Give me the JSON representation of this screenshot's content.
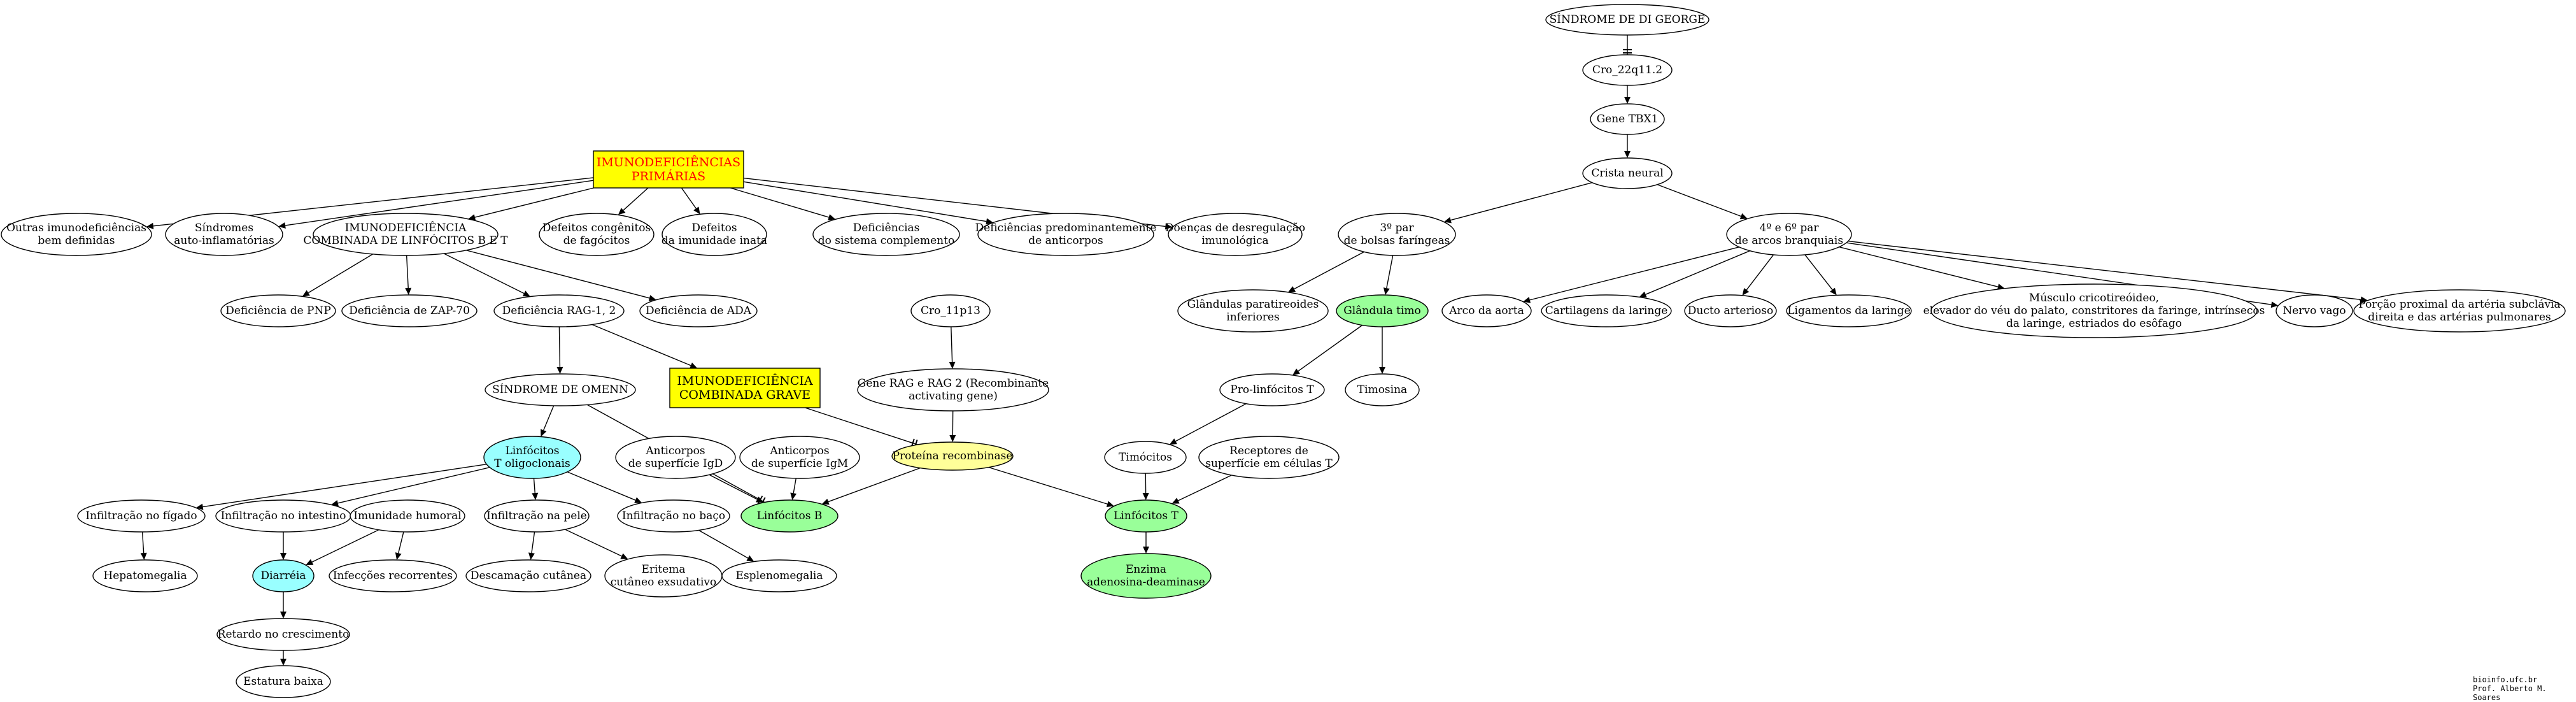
{
  "nodes": [
    {
      "id": "imuno_primarias",
      "lines": [
        "IMUNODEFICIÊNCIAS",
        "PRIMÁRIAS"
      ],
      "style": "box-yellow-red"
    },
    {
      "id": "outras",
      "lines": [
        "Outras imunodeficiências",
        "bem definidas"
      ],
      "style": "ellipse"
    },
    {
      "id": "sindromes_auto",
      "lines": [
        "Síndromes",
        "auto-inflamatórias"
      ],
      "style": "ellipse"
    },
    {
      "id": "imuno_combinada",
      "lines": [
        "IMUNODEFICIÊNCIA",
        "COMBINADA DE LINFÓCITOS B E T"
      ],
      "style": "ellipse"
    },
    {
      "id": "defeitos_fagocitos",
      "lines": [
        "Defeitos congênitos",
        "de fagócitos"
      ],
      "style": "ellipse"
    },
    {
      "id": "defeitos_inata",
      "lines": [
        "Defeitos",
        "da imunidade inata"
      ],
      "style": "ellipse"
    },
    {
      "id": "def_complemento",
      "lines": [
        "Deficiências",
        "do sistema complemento"
      ],
      "style": "ellipse"
    },
    {
      "id": "def_anticorpos",
      "lines": [
        "Deficiências predominantemente",
        "de anticorpos"
      ],
      "style": "ellipse"
    },
    {
      "id": "doencas_desregulacao",
      "lines": [
        "Doenças de desregulação",
        "imunológica"
      ],
      "style": "ellipse"
    },
    {
      "id": "def_pnp",
      "lines": [
        "Deficiência de PNP"
      ],
      "style": "ellipse"
    },
    {
      "id": "def_zap70",
      "lines": [
        "Deficiência de ZAP-70"
      ],
      "style": "ellipse"
    },
    {
      "id": "def_rag",
      "lines": [
        "Deficiência RAG-1, 2"
      ],
      "style": "ellipse"
    },
    {
      "id": "def_ada",
      "lines": [
        "Deficiência de ADA"
      ],
      "style": "ellipse"
    },
    {
      "id": "omenn",
      "lines": [
        "SÍNDROME DE OMENN"
      ],
      "style": "ellipse"
    },
    {
      "id": "imuno_grave",
      "lines": [
        "IMUNODEFICIÊNCIA",
        "COMBINADA GRAVE"
      ],
      "style": "box-yellow"
    },
    {
      "id": "cro11",
      "lines": [
        "Cro_11p13"
      ],
      "style": "ellipse"
    },
    {
      "id": "gene_rag",
      "lines": [
        "Gene RAG e RAG 2 (Recombinante",
        "activating gene)"
      ],
      "style": "ellipse"
    },
    {
      "id": "proteina",
      "lines": [
        "Proteína recombinase"
      ],
      "style": "ellipse-yellow"
    },
    {
      "id": "linf_olig",
      "lines": [
        "Linfócitos",
        "T oligoclonais"
      ],
      "style": "ellipse-cyan"
    },
    {
      "id": "anti_igd",
      "lines": [
        "Anticorpos",
        "de superfície IgD"
      ],
      "style": "ellipse"
    },
    {
      "id": "anti_igm",
      "lines": [
        "Anticorpos",
        "de superfície IgM"
      ],
      "style": "ellipse"
    },
    {
      "id": "linf_b",
      "lines": [
        "Linfócitos B"
      ],
      "style": "ellipse-green"
    },
    {
      "id": "inf_figado",
      "lines": [
        "Infiltração no fígado"
      ],
      "style": "ellipse"
    },
    {
      "id": "inf_intestino",
      "lines": [
        "Infiltração no intestino"
      ],
      "style": "ellipse"
    },
    {
      "id": "imun_humoral",
      "lines": [
        "Imunidade humoral"
      ],
      "style": "ellipse"
    },
    {
      "id": "inf_pele",
      "lines": [
        "Infiltração na pele"
      ],
      "style": "ellipse"
    },
    {
      "id": "inf_baco",
      "lines": [
        "Infiltração no baço"
      ],
      "style": "ellipse"
    },
    {
      "id": "hepatomegalia",
      "lines": [
        "Hepatomegalia"
      ],
      "style": "ellipse"
    },
    {
      "id": "diarreia",
      "lines": [
        "Diarréia"
      ],
      "style": "ellipse-cyan"
    },
    {
      "id": "infeccoes",
      "lines": [
        "Infecções recorrentes"
      ],
      "style": "ellipse"
    },
    {
      "id": "descamacao",
      "lines": [
        "Descamação cutânea"
      ],
      "style": "ellipse"
    },
    {
      "id": "eritema",
      "lines": [
        "Eritema",
        "cutâneo exsudativo"
      ],
      "style": "ellipse"
    },
    {
      "id": "esplenomegalia",
      "lines": [
        "Esplenomegalia"
      ],
      "style": "ellipse"
    },
    {
      "id": "retardo",
      "lines": [
        "Retardo no crescimento"
      ],
      "style": "ellipse"
    },
    {
      "id": "estatura",
      "lines": [
        "Estatura baixa"
      ],
      "style": "ellipse"
    },
    {
      "id": "digeorge",
      "lines": [
        "SÍNDROME DE DI GEORGE"
      ],
      "style": "ellipse"
    },
    {
      "id": "cro22",
      "lines": [
        "Cro_22q11.2"
      ],
      "style": "ellipse"
    },
    {
      "id": "tbx1",
      "lines": [
        "Gene TBX1"
      ],
      "style": "ellipse"
    },
    {
      "id": "crista",
      "lines": [
        "Crista neural"
      ],
      "style": "ellipse"
    },
    {
      "id": "par3",
      "lines": [
        "3º par",
        "de bolsas faríngeas"
      ],
      "style": "ellipse"
    },
    {
      "id": "par46",
      "lines": [
        "4º e 6º par",
        "de arcos branquiais"
      ],
      "style": "ellipse"
    },
    {
      "id": "paratireoides",
      "lines": [
        "Glândulas paratireoides",
        "inferiores"
      ],
      "style": "ellipse"
    },
    {
      "id": "timo",
      "lines": [
        "Glândula timo"
      ],
      "style": "ellipse-green"
    },
    {
      "id": "arco_aorta",
      "lines": [
        "Arco da aorta"
      ],
      "style": "ellipse"
    },
    {
      "id": "cartilagens",
      "lines": [
        "Cartilagens da laringe"
      ],
      "style": "ellipse"
    },
    {
      "id": "ducto",
      "lines": [
        "Ducto arterioso"
      ],
      "style": "ellipse"
    },
    {
      "id": "ligamentos",
      "lines": [
        "Ligamentos da laringe"
      ],
      "style": "ellipse"
    },
    {
      "id": "musculo",
      "lines": [
        "Músculo cricotireóideo,",
        "elevador do véu do palato, constritores da faringe, intrínsecos",
        "da laringe, estriados do esôfago"
      ],
      "style": "ellipse"
    },
    {
      "id": "nervo_vago",
      "lines": [
        "Nervo vago"
      ],
      "style": "ellipse"
    },
    {
      "id": "arterias",
      "lines": [
        "Porção proximal da artéria subclávia",
        "direita e das artérias pulmonares"
      ],
      "style": "ellipse"
    },
    {
      "id": "pro_linf",
      "lines": [
        "Pro-linfócitos T"
      ],
      "style": "ellipse"
    },
    {
      "id": "timosina",
      "lines": [
        "Timosina"
      ],
      "style": "ellipse"
    },
    {
      "id": "timocitos",
      "lines": [
        "Timócitos"
      ],
      "style": "ellipse"
    },
    {
      "id": "receptores",
      "lines": [
        "Receptores de",
        "superfície em células T"
      ],
      "style": "ellipse"
    },
    {
      "id": "linf_t",
      "lines": [
        "Linfócitos T"
      ],
      "style": "ellipse-green"
    },
    {
      "id": "enzima",
      "lines": [
        "Enzima",
        "adenosina-deaminase"
      ],
      "style": "ellipse-green"
    }
  ],
  "edges": [
    {
      "from": "imuno_primarias",
      "to": "outras",
      "arrow": "normal"
    },
    {
      "from": "imuno_primarias",
      "to": "sindromes_auto",
      "arrow": "normal"
    },
    {
      "from": "imuno_primarias",
      "to": "imuno_combinada",
      "arrow": "normal"
    },
    {
      "from": "imuno_primarias",
      "to": "defeitos_fagocitos",
      "arrow": "normal"
    },
    {
      "from": "imuno_primarias",
      "to": "defeitos_inata",
      "arrow": "normal"
    },
    {
      "from": "imuno_primarias",
      "to": "def_complemento",
      "arrow": "normal"
    },
    {
      "from": "imuno_primarias",
      "to": "def_anticorpos",
      "arrow": "normal"
    },
    {
      "from": "imuno_primarias",
      "to": "doencas_desregulacao",
      "arrow": "normal"
    },
    {
      "from": "imuno_combinada",
      "to": "def_pnp",
      "arrow": "normal"
    },
    {
      "from": "imuno_combinada",
      "to": "def_zap70",
      "arrow": "normal"
    },
    {
      "from": "imuno_combinada",
      "to": "def_rag",
      "arrow": "normal"
    },
    {
      "from": "imuno_combinada",
      "to": "def_ada",
      "arrow": "normal"
    },
    {
      "from": "def_rag",
      "to": "omenn",
      "arrow": "normal"
    },
    {
      "from": "def_rag",
      "to": "imuno_grave",
      "arrow": "normal"
    },
    {
      "from": "omenn",
      "to": "linf_olig",
      "arrow": "normal"
    },
    {
      "from": "omenn",
      "to": "linf_b",
      "arrow": "tee"
    },
    {
      "from": "imuno_grave",
      "to": "proteina",
      "arrow": "tee"
    },
    {
      "from": "cro11",
      "to": "gene_rag",
      "arrow": "normal"
    },
    {
      "from": "gene_rag",
      "to": "proteina",
      "arrow": "normal"
    },
    {
      "from": "proteina",
      "to": "linf_b",
      "arrow": "normal"
    },
    {
      "from": "proteina",
      "to": "linf_t",
      "arrow": "normal"
    },
    {
      "from": "anti_igd",
      "to": "linf_b",
      "arrow": "normal"
    },
    {
      "from": "anti_igm",
      "to": "linf_b",
      "arrow": "normal"
    },
    {
      "from": "linf_olig",
      "to": "inf_figado",
      "arrow": "normal"
    },
    {
      "from": "linf_olig",
      "to": "inf_intestino",
      "arrow": "normal"
    },
    {
      "from": "linf_olig",
      "to": "inf_pele",
      "arrow": "normal"
    },
    {
      "from": "linf_olig",
      "to": "inf_baco",
      "arrow": "normal"
    },
    {
      "from": "inf_figado",
      "to": "hepatomegalia",
      "arrow": "normal"
    },
    {
      "from": "inf_intestino",
      "to": "diarreia",
      "arrow": "normal"
    },
    {
      "from": "imun_humoral",
      "to": "diarreia",
      "arrow": "normal"
    },
    {
      "from": "imun_humoral",
      "to": "infeccoes",
      "arrow": "normal"
    },
    {
      "from": "inf_pele",
      "to": "descamacao",
      "arrow": "normal"
    },
    {
      "from": "inf_pele",
      "to": "eritema",
      "arrow": "normal"
    },
    {
      "from": "inf_baco",
      "to": "esplenomegalia",
      "arrow": "normal"
    },
    {
      "from": "diarreia",
      "to": "retardo",
      "arrow": "normal"
    },
    {
      "from": "retardo",
      "to": "estatura",
      "arrow": "normal"
    },
    {
      "from": "digeorge",
      "to": "cro22",
      "arrow": "tee"
    },
    {
      "from": "cro22",
      "to": "tbx1",
      "arrow": "normal"
    },
    {
      "from": "tbx1",
      "to": "crista",
      "arrow": "normal"
    },
    {
      "from": "crista",
      "to": "par3",
      "arrow": "normal"
    },
    {
      "from": "crista",
      "to": "par46",
      "arrow": "normal"
    },
    {
      "from": "par3",
      "to": "paratireoides",
      "arrow": "normal"
    },
    {
      "from": "par3",
      "to": "timo",
      "arrow": "normal"
    },
    {
      "from": "par46",
      "to": "arco_aorta",
      "arrow": "normal"
    },
    {
      "from": "par46",
      "to": "cartilagens",
      "arrow": "normal"
    },
    {
      "from": "par46",
      "to": "ducto",
      "arrow": "normal"
    },
    {
      "from": "par46",
      "to": "ligamentos",
      "arrow": "normal"
    },
    {
      "from": "par46",
      "to": "musculo",
      "arrow": "normal"
    },
    {
      "from": "par46",
      "to": "nervo_vago",
      "arrow": "normal"
    },
    {
      "from": "par46",
      "to": "arterias",
      "arrow": "normal"
    },
    {
      "from": "timo",
      "to": "pro_linf",
      "arrow": "normal"
    },
    {
      "from": "timo",
      "to": "timosina",
      "arrow": "normal"
    },
    {
      "from": "pro_linf",
      "to": "timocitos",
      "arrow": "normal"
    },
    {
      "from": "timocitos",
      "to": "linf_t",
      "arrow": "normal"
    },
    {
      "from": "receptores",
      "to": "linf_t",
      "arrow": "normal"
    },
    {
      "from": "linf_t",
      "to": "enzima",
      "arrow": "normal"
    }
  ],
  "colors": {
    "yellow_fill": "#ffff00",
    "red_text": "#ff0000",
    "pale_yellow_fill": "#ffff99",
    "cyan_fill": "#99ffff",
    "green_fill": "#99ff99",
    "white_fill": "#ffffff",
    "stroke": "#000000"
  },
  "footer": {
    "line1": "bioinfo.ufc.br",
    "line2": "Prof. Alberto M. Soares"
  }
}
